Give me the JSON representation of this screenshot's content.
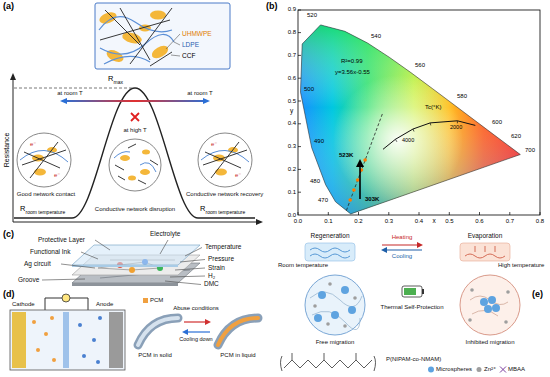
{
  "diagram": {
    "labels": [
      "(a)",
      "UHMWPE",
      "LDPE",
      "CCF",
      "Resistance",
      "R",
      "max",
      "at room T",
      "at high T",
      "at room T",
      "Good network contact",
      "Conductive network disruption",
      "Conductive network recovery",
      "R",
      "room temperature",
      "R",
      "room temperature",
      "e⁻",
      "e⁻",
      "e⁻",
      "e⁻",
      "(b)",
      "0.0",
      "0.1",
      "0.2",
      "0.3",
      "0.4",
      "0.5",
      "0.6",
      "0.7",
      "0.8",
      "0.9",
      "0.0",
      "0.1",
      "0.2",
      "0.3",
      "0.4",
      "0.5",
      "0.6",
      "0.7",
      "0.8",
      "x",
      "y",
      "520",
      "540",
      "560",
      "580",
      "600",
      "620",
      "700",
      "500",
      "490",
      "480",
      "470",
      "R²=0.99",
      "y=3.56x-0.55",
      "Tc(°K)",
      "4000",
      "2000",
      "523K",
      "303K",
      "(c)",
      "Protective Layer",
      "Functional Ink",
      "Ag circuit",
      "Groove",
      "Electrolyte",
      "Temperature",
      "Pressure",
      "Strain",
      "H₂",
      "DMC",
      "(d)",
      "Cathode",
      "Anode",
      "PCM",
      "Abuse conditions",
      "Cooling down",
      "PCM in solid",
      "PCM in liquid",
      "(e)",
      "Regeneration",
      "Evaporation",
      "Heating",
      "Cooling",
      "Room temperature",
      "High temperature",
      "Thermal Self-Protection",
      "Free migration",
      "Inhibited migration",
      "P(NIPAM-co-NMAM)",
      "Microspheres",
      "Zn²⁺",
      "MBAA"
    ]
  }
}
